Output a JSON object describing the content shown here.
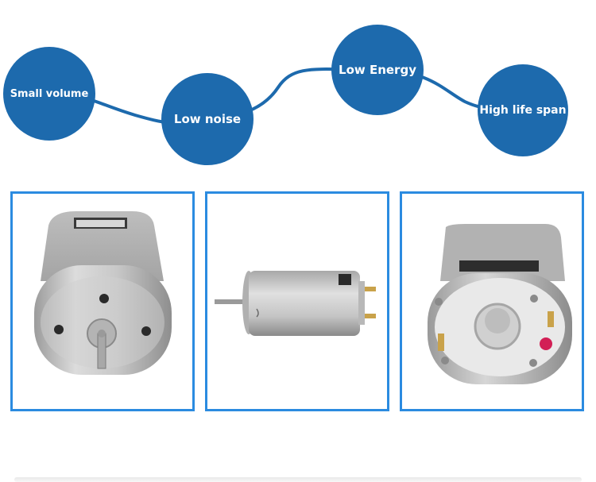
{
  "features": [
    {
      "label": "Small volume"
    },
    {
      "label": "Low noise"
    },
    {
      "label": "Low Energy"
    },
    {
      "label": "High life span"
    }
  ],
  "products": [
    {
      "name": "motor-front-view"
    },
    {
      "name": "motor-side-view"
    },
    {
      "name": "motor-rear-view"
    }
  ],
  "colors": {
    "circle": "#1d6aad",
    "frame_border": "#2b8be0",
    "wave": "#1d6aad"
  }
}
